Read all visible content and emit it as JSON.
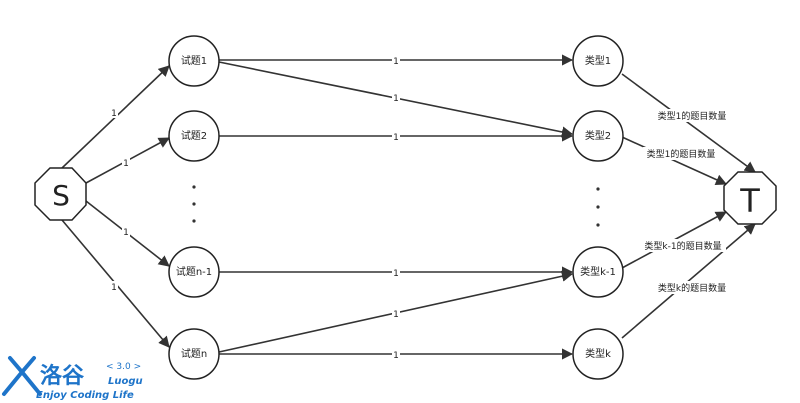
{
  "nodes": {
    "source": "S",
    "sink": "T",
    "q1": "试题1",
    "q2": "试题2",
    "qn1": "试题n-1",
    "qn": "试题n",
    "t1": "类型1",
    "t2": "类型2",
    "tk1": "类型k-1",
    "tk": "类型k"
  },
  "edge_labels": {
    "cap_one": "1",
    "type1_count_a": "类型1的题目数量",
    "type1_count_b": "类型1的题目数量",
    "typek1_count": "类型k-1的题目数量",
    "typek_count": "类型k的题目数量"
  },
  "logo": {
    "name": "洛谷",
    "version": "< 3.0 >",
    "brand": "Luogu",
    "slogan": "Enjoy Coding Life"
  },
  "colors": {
    "edge": "#333333",
    "logo": "#1e74c9"
  }
}
